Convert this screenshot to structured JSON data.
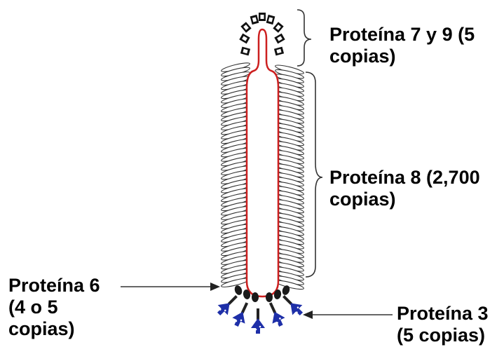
{
  "labels": {
    "protein_7_9": {
      "line1": "Proteína 7 y 9 (5",
      "line2": "copias)"
    },
    "protein_8": {
      "line1": "Proteína 8 (2,700",
      "line2": "copias)"
    },
    "protein_6": {
      "line1": "Proteína 6",
      "line2": "(4 o 5",
      "line3": "copias)"
    },
    "protein_3": {
      "line1": "Proteína 3",
      "line2": "(5 copias)"
    }
  },
  "colors": {
    "genome": "#cc1f1f",
    "coat": "#333333",
    "tip_protein": "#111111",
    "base_protein": "#1e2fa8",
    "label": "#000000"
  }
}
